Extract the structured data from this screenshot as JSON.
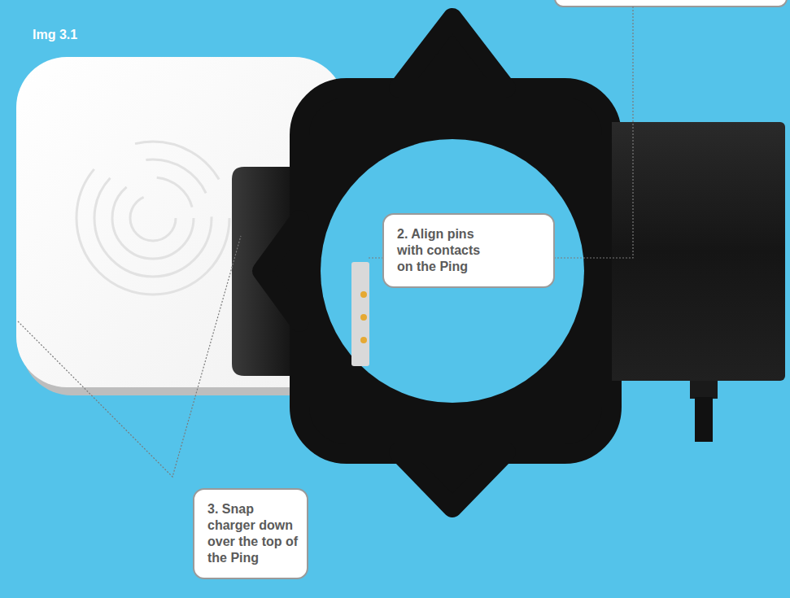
{
  "diagram": {
    "nodes": [
      {
        "text": [
          "2. Align pins with contacts on the Ping"
        ]
      },
      {
        "text": [
          "3. Snap charger down over the top of the Ping"
        ]
      }
    ],
    "labels": [
      "Img 3.1"
    ]
  }
}
